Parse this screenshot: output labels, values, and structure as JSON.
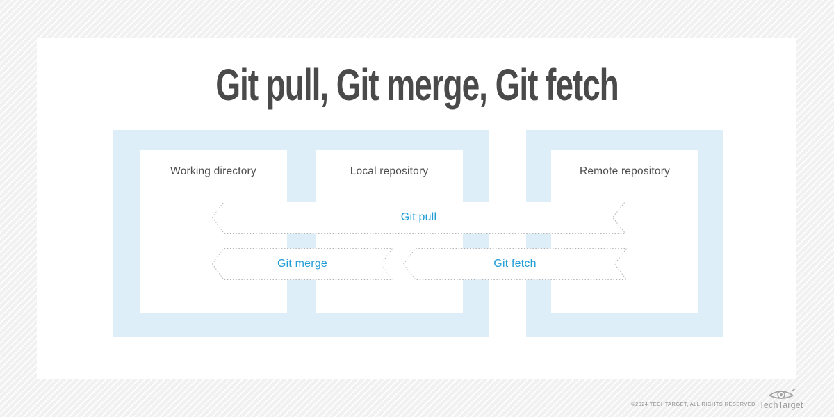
{
  "title": "Git pull, Git merge, Git fetch",
  "diagram": {
    "boxes": [
      {
        "id": "working-directory",
        "label": "Working directory"
      },
      {
        "id": "local-repository",
        "label": "Local repository"
      },
      {
        "id": "remote-repository",
        "label": "Remote repository"
      }
    ],
    "arrows": [
      {
        "id": "git-pull",
        "label": "Git pull",
        "from": "remote-repository",
        "to": "working-directory",
        "direction": "left"
      },
      {
        "id": "git-merge",
        "label": "Git merge",
        "from": "local-repository",
        "to": "working-directory",
        "direction": "left"
      },
      {
        "id": "git-fetch",
        "label": "Git fetch",
        "from": "remote-repository",
        "to": "local-repository",
        "direction": "left"
      }
    ],
    "colors": {
      "panel_blue": "#ddeef9",
      "arrow_label_blue": "#1e9cd7",
      "arrow_border_gray": "#b3b3b3",
      "title_gray": "#4a4a4a",
      "box_label_gray": "#4d4d4d"
    }
  },
  "footer": {
    "copyright": "©2024 TECHTARGET, ALL RIGHTS RESERVED",
    "brand": "TechTarget"
  }
}
